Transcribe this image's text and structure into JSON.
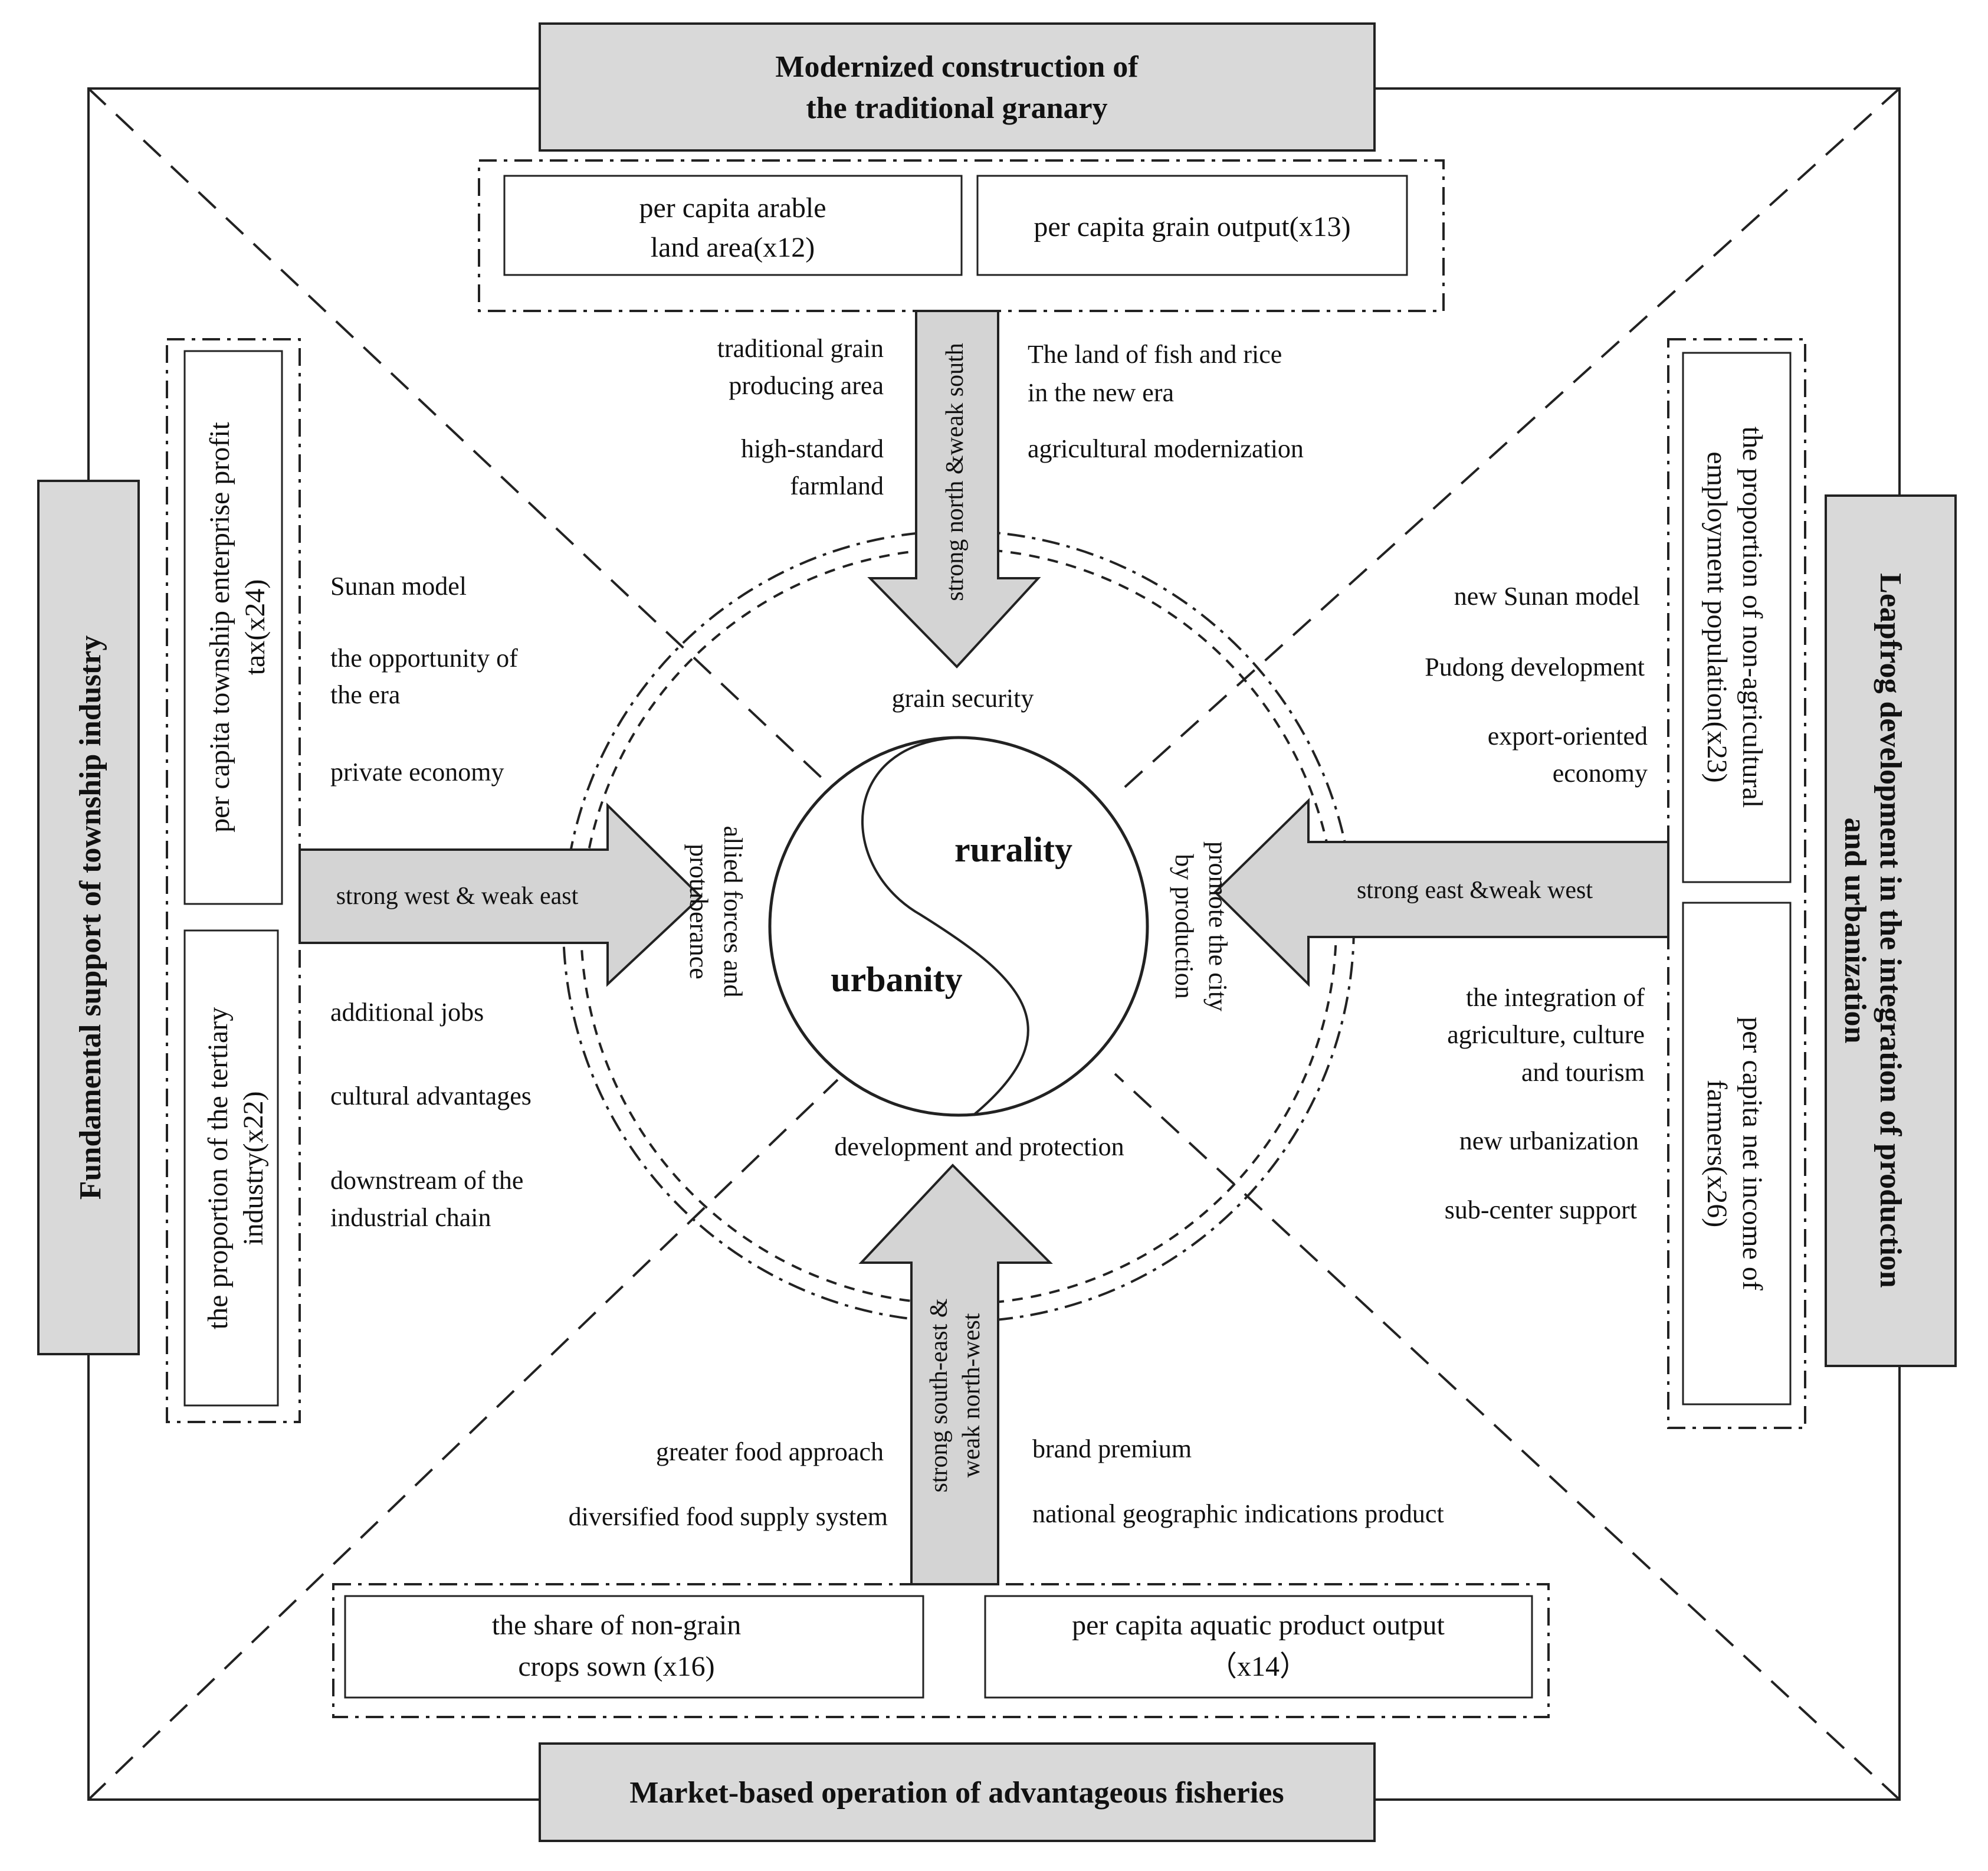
{
  "headers": {
    "top_line1": "Modernized construction of",
    "top_line2": "the traditional granary",
    "bottom": "Market-based operation of advantageous fisheries",
    "left": "Fundamental support of township industry",
    "right_line1": "Leapfrog development in the integration of production",
    "right_line2": "and urbanization"
  },
  "indicators": {
    "x12_line1": "per capita arable",
    "x12_line2": "land area(x12)",
    "x13": "per capita grain output(x13)",
    "x16_line1": "the share of non-grain",
    "x16_line2": "crops sown  (x16)",
    "x14_line1": "per capita aquatic product output",
    "x14_line2": "（x14）",
    "x24_line1": "per capita township enterprise profit",
    "x24_line2": "tax(x24)",
    "x22_line1": "the proportion of the tertiary",
    "x22_line2": "industry(x22)",
    "x23_line1": "the proportion of non-agricultural",
    "x23_line2": "employment population(x23)",
    "x26_line1": "per capita net income of",
    "x26_line2": "farmers(x26)"
  },
  "arrows": {
    "top": "strong  north &weak south",
    "bottom_line1": "strong south-east &",
    "bottom_line2": "weak north-west",
    "left": "strong west & weak east",
    "right": "strong east &weak west"
  },
  "notes": {
    "top_left": [
      "traditional grain",
      "producing area",
      "high-standard",
      "farmland"
    ],
    "top_right": [
      "The land of fish and rice",
      "in the new era",
      "agricultural modernization"
    ],
    "left_upper": [
      "Sunan model",
      "the opportunity of",
      "the era",
      "private economy"
    ],
    "left_lower": [
      "additional jobs",
      "cultural advantages",
      "downstream of the",
      "industrial chain"
    ],
    "right_upper": [
      "new Sunan model",
      "Pudong development",
      "export-oriented",
      "economy"
    ],
    "right_lower": [
      "the integration of",
      "agriculture, culture",
      "and tourism",
      "new urbanization",
      "sub-center support"
    ],
    "bottom_left": [
      "greater food approach",
      "diversified food supply system"
    ],
    "bottom_right": [
      "brand  premium",
      "national geographic indications product"
    ]
  },
  "center": {
    "rurality": "rurality",
    "urbanity": "urbanity",
    "grain_security": "grain security",
    "development_protection": "development and protection",
    "left_line1": "allied forces and",
    "left_line2": "protuberance",
    "right_line1": "promote the city",
    "right_line2": "by production"
  },
  "colors": {
    "header_fill": "#d9d9d9",
    "arrow_fill": "#d4d4d4",
    "stroke": "#222222"
  }
}
